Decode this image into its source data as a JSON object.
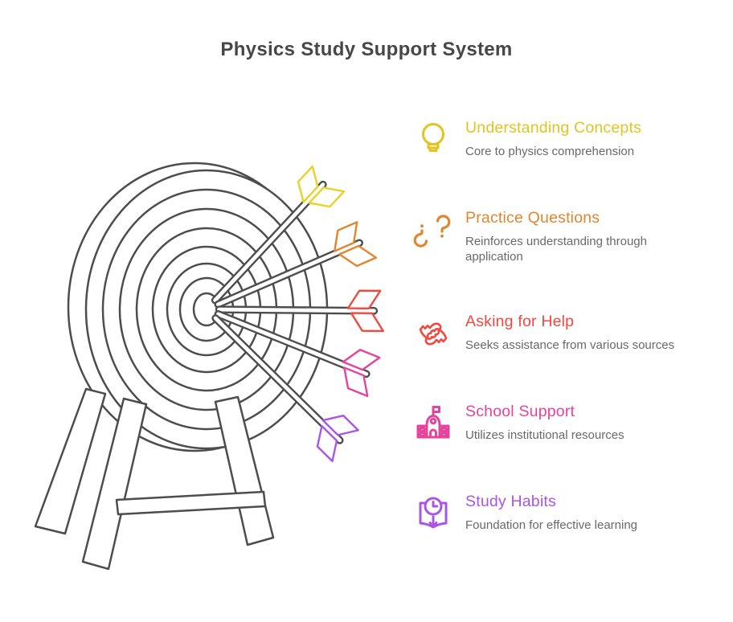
{
  "title": "Physics Study Support System",
  "items": [
    {
      "label": "Understanding Concepts",
      "description": "Core to physics comprehension",
      "color": "#e0c521",
      "icon": "lightbulb-icon"
    },
    {
      "label": "Practice Questions",
      "description": "Reinforces understanding through application",
      "color": "#e1862f",
      "icon": "question-marks-icon"
    },
    {
      "label": "Asking for Help",
      "description": "Seeks assistance from various sources",
      "color": "#ee4a42",
      "icon": "helping-hands-icon"
    },
    {
      "label": "School Support",
      "description": "Utilizes institutional resources",
      "color": "#e5439c",
      "icon": "school-icon"
    },
    {
      "label": "Study Habits",
      "description": "Foundation for effective learning",
      "color": "#aa56e4",
      "icon": "book-clock-icon"
    }
  ],
  "illustration": {
    "name": "target-with-arrows",
    "outline_color": "#4d4d4d",
    "arrow_fletching_colors": [
      "#e8d226",
      "#e1862f",
      "#ee4a42",
      "#e5439c",
      "#aa56e4"
    ]
  }
}
